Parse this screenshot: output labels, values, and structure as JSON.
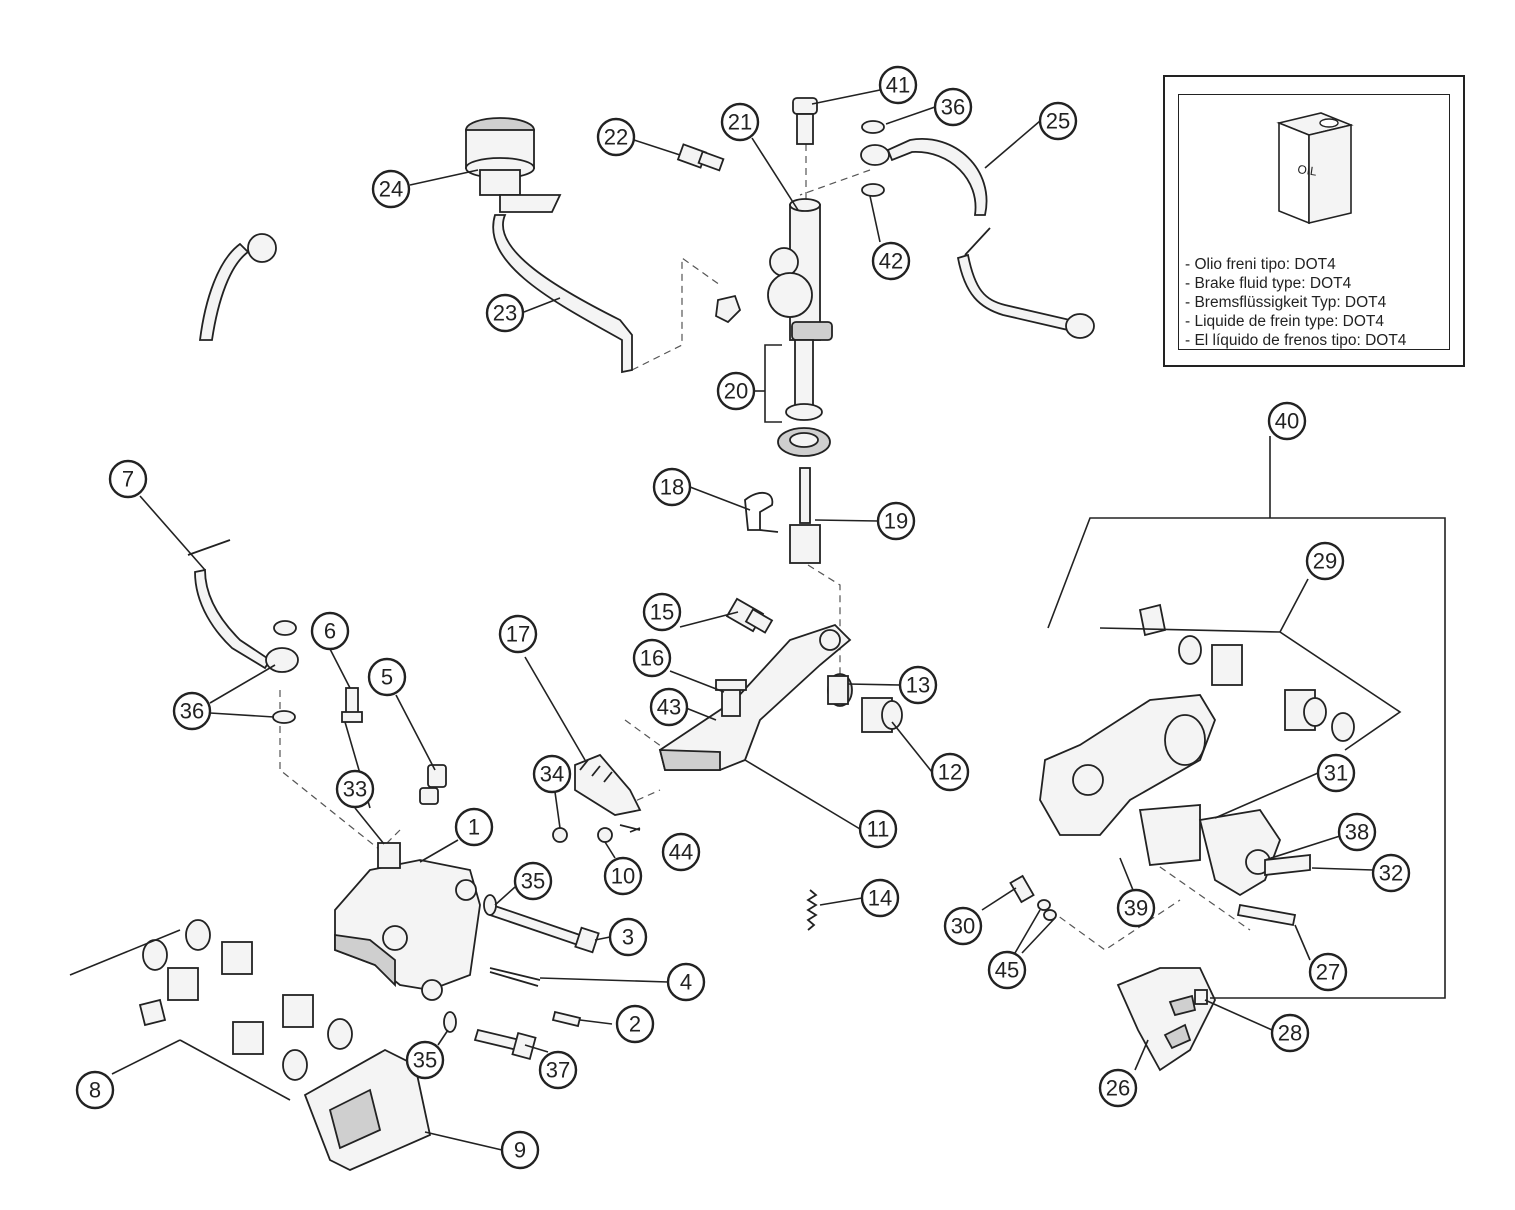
{
  "legend": {
    "oil_label": "OIL",
    "lines": [
      "- Olio freni tipo: DOT4",
      "- Brake fluid type: DOT4",
      "- Bremsflüssigkeit Typ: DOT4",
      "- Liquide de frein type: DOT4",
      "- El líquido de frenos tipo: DOT4"
    ]
  },
  "callouts": [
    {
      "id": "c1",
      "label": "1"
    },
    {
      "id": "c2",
      "label": "2"
    },
    {
      "id": "c3",
      "label": "3"
    },
    {
      "id": "c4",
      "label": "4"
    },
    {
      "id": "c5",
      "label": "5"
    },
    {
      "id": "c6",
      "label": "6"
    },
    {
      "id": "c7",
      "label": "7"
    },
    {
      "id": "c8",
      "label": "8"
    },
    {
      "id": "c9",
      "label": "9"
    },
    {
      "id": "c10",
      "label": "10"
    },
    {
      "id": "c11",
      "label": "11"
    },
    {
      "id": "c12",
      "label": "12"
    },
    {
      "id": "c13",
      "label": "13"
    },
    {
      "id": "c14",
      "label": "14"
    },
    {
      "id": "c15",
      "label": "15"
    },
    {
      "id": "c16",
      "label": "16"
    },
    {
      "id": "c17",
      "label": "17"
    },
    {
      "id": "c18",
      "label": "18"
    },
    {
      "id": "c19",
      "label": "19"
    },
    {
      "id": "c20",
      "label": "20"
    },
    {
      "id": "c21",
      "label": "21"
    },
    {
      "id": "c22",
      "label": "22"
    },
    {
      "id": "c23",
      "label": "23"
    },
    {
      "id": "c24",
      "label": "24"
    },
    {
      "id": "c25",
      "label": "25"
    },
    {
      "id": "c26",
      "label": "26"
    },
    {
      "id": "c27",
      "label": "27"
    },
    {
      "id": "c28",
      "label": "28"
    },
    {
      "id": "c29",
      "label": "29"
    },
    {
      "id": "c30",
      "label": "30"
    },
    {
      "id": "c31",
      "label": "31"
    },
    {
      "id": "c32",
      "label": "32"
    },
    {
      "id": "c33",
      "label": "33"
    },
    {
      "id": "c34",
      "label": "34"
    },
    {
      "id": "c35a",
      "label": "35"
    },
    {
      "id": "c35b",
      "label": "35"
    },
    {
      "id": "c36a",
      "label": "36"
    },
    {
      "id": "c36b",
      "label": "36"
    },
    {
      "id": "c37",
      "label": "37"
    },
    {
      "id": "c38",
      "label": "38"
    },
    {
      "id": "c39",
      "label": "39"
    },
    {
      "id": "c40",
      "label": "40"
    },
    {
      "id": "c41",
      "label": "41"
    },
    {
      "id": "c42",
      "label": "42"
    },
    {
      "id": "c43",
      "label": "43"
    },
    {
      "id": "c44",
      "label": "44"
    },
    {
      "id": "c45",
      "label": "45"
    }
  ]
}
